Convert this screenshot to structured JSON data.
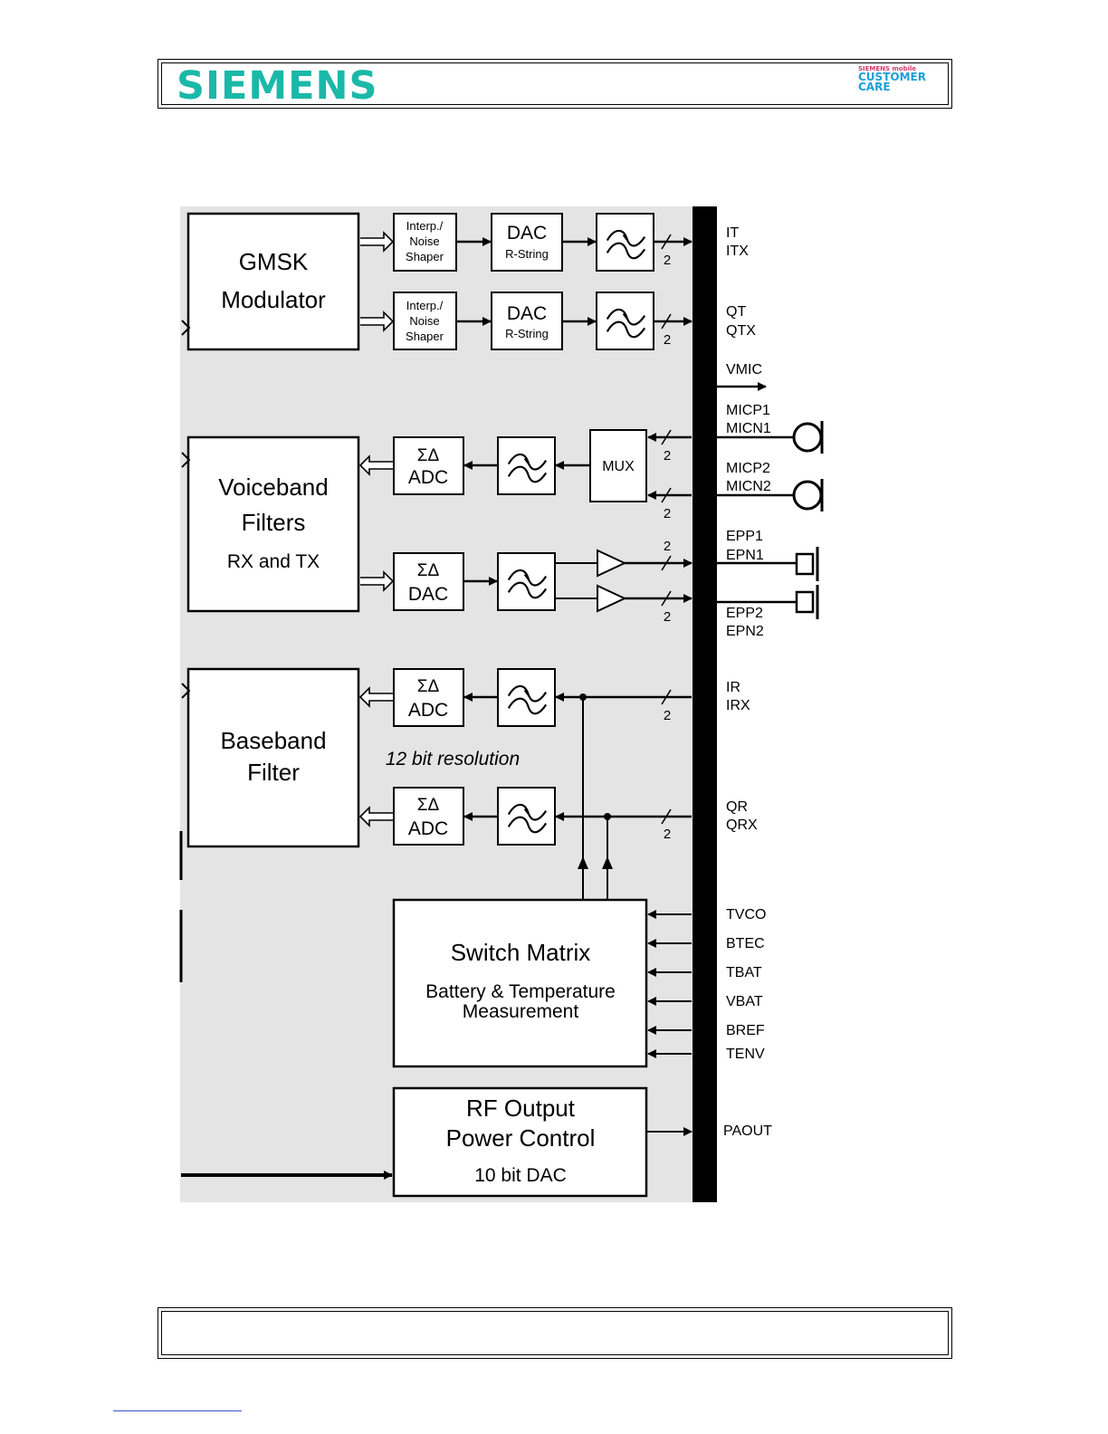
{
  "header": {
    "brand": "SIEMENS",
    "badge_small": "SIEMENS mobile",
    "badge_line1": "CUSTOMER",
    "badge_line2": "CARE"
  },
  "diagram": {
    "blocks": {
      "gmsk_line1": "GMSK",
      "gmsk_line2": "Modulator",
      "voiceband_line1": "Voiceband",
      "voiceband_line2": "Filters",
      "voiceband_line3": "RX and TX",
      "baseband_line1": "Baseband",
      "baseband_line2": "Filter",
      "switch_line1": "Switch Matrix",
      "switch_line2": "Battery & Temperature",
      "switch_line3": "Measurement",
      "rf_line1": "RF Output",
      "rf_line2": "Power Control",
      "rf_line3": "10 bit DAC",
      "interp_line1": "Interp./",
      "interp_line2": "Noise",
      "interp_line3": "Shaper",
      "dac_title": "DAC",
      "dac_sub": "R-String",
      "mux": "MUX",
      "sigma_delta": "ΣΔ",
      "adc": "ADC",
      "dac": "DAC",
      "resolution": "12 bit resolution",
      "bus_count": "2"
    },
    "pins": {
      "it": "IT",
      "itx": "ITX",
      "qt": "QT",
      "qtx": "QTX",
      "vmic": "VMIC",
      "micp1": "MICP1",
      "micn1": "MICN1",
      "micp2": "MICP2",
      "micn2": "MICN2",
      "epp1": "EPP1",
      "epn1": "EPN1",
      "epp2": "EPP2",
      "epn2": "EPN2",
      "ir": "IR",
      "irx": "IRX",
      "qr": "QR",
      "qrx": "QRX",
      "tvco": "TVCO",
      "btec": "BTEC",
      "tbat": "TBAT",
      "vbat": "VBAT",
      "bref": "BREF",
      "tenv": "TENV",
      "paout": "PAOUT"
    }
  }
}
